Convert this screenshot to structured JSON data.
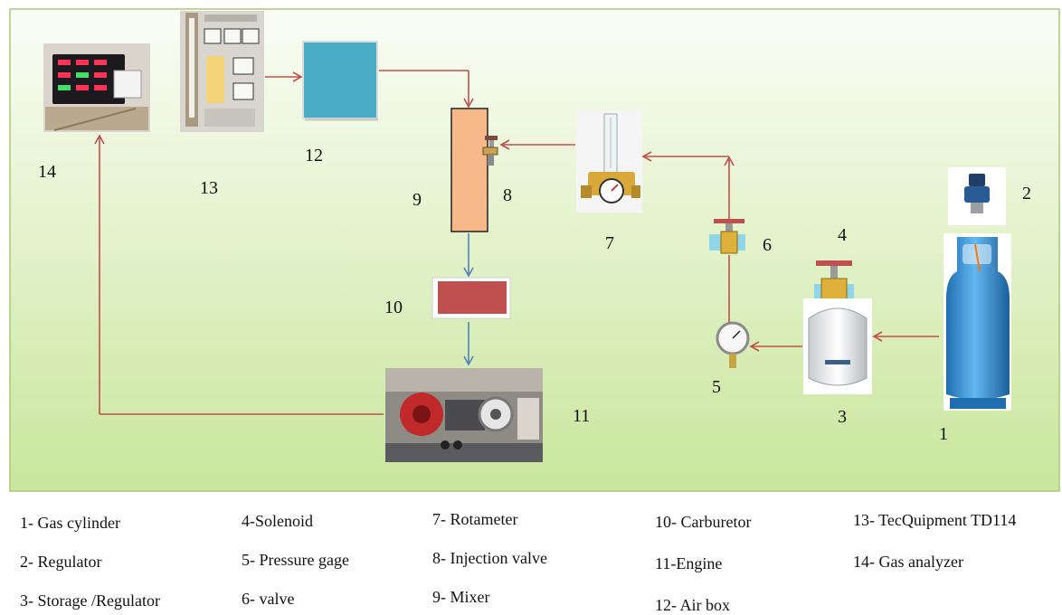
{
  "numbers": {
    "n1": "1",
    "n2": "2",
    "n3": "3",
    "n4": "4",
    "n5": "5",
    "n6": "6",
    "n7": "7",
    "n8": "8",
    "n9": "9",
    "n10": "10",
    "n11": "11",
    "n12": "12",
    "n13": "13",
    "n14": "14"
  },
  "legend": {
    "col1": [
      "1- Gas cylinder",
      "2- Regulator",
      "3- Storage /Regulator"
    ],
    "col2": [
      "4-Solenoid",
      "5- Pressure gage",
      "6- valve"
    ],
    "col3": [
      "7- Rotameter",
      "8- Injection valve",
      "9- Mixer"
    ],
    "col4": [
      "10- Carburetor",
      "11-Engine",
      "12- Air box"
    ],
    "col5": [
      "13- TecQuipment TD114",
      "14- Gas analyzer"
    ]
  },
  "colors": {
    "panel_top": "#fbfdf6",
    "panel_bottom": "#c9e69c",
    "arrow_red": "#c0504d",
    "arrow_blue": "#4f81bd",
    "mixer_fill": "#f8b98a",
    "carburetor_fill": "#c0504d",
    "airbox_fill": "#4bacc6",
    "cylinder_blue": "#3a9de0"
  }
}
